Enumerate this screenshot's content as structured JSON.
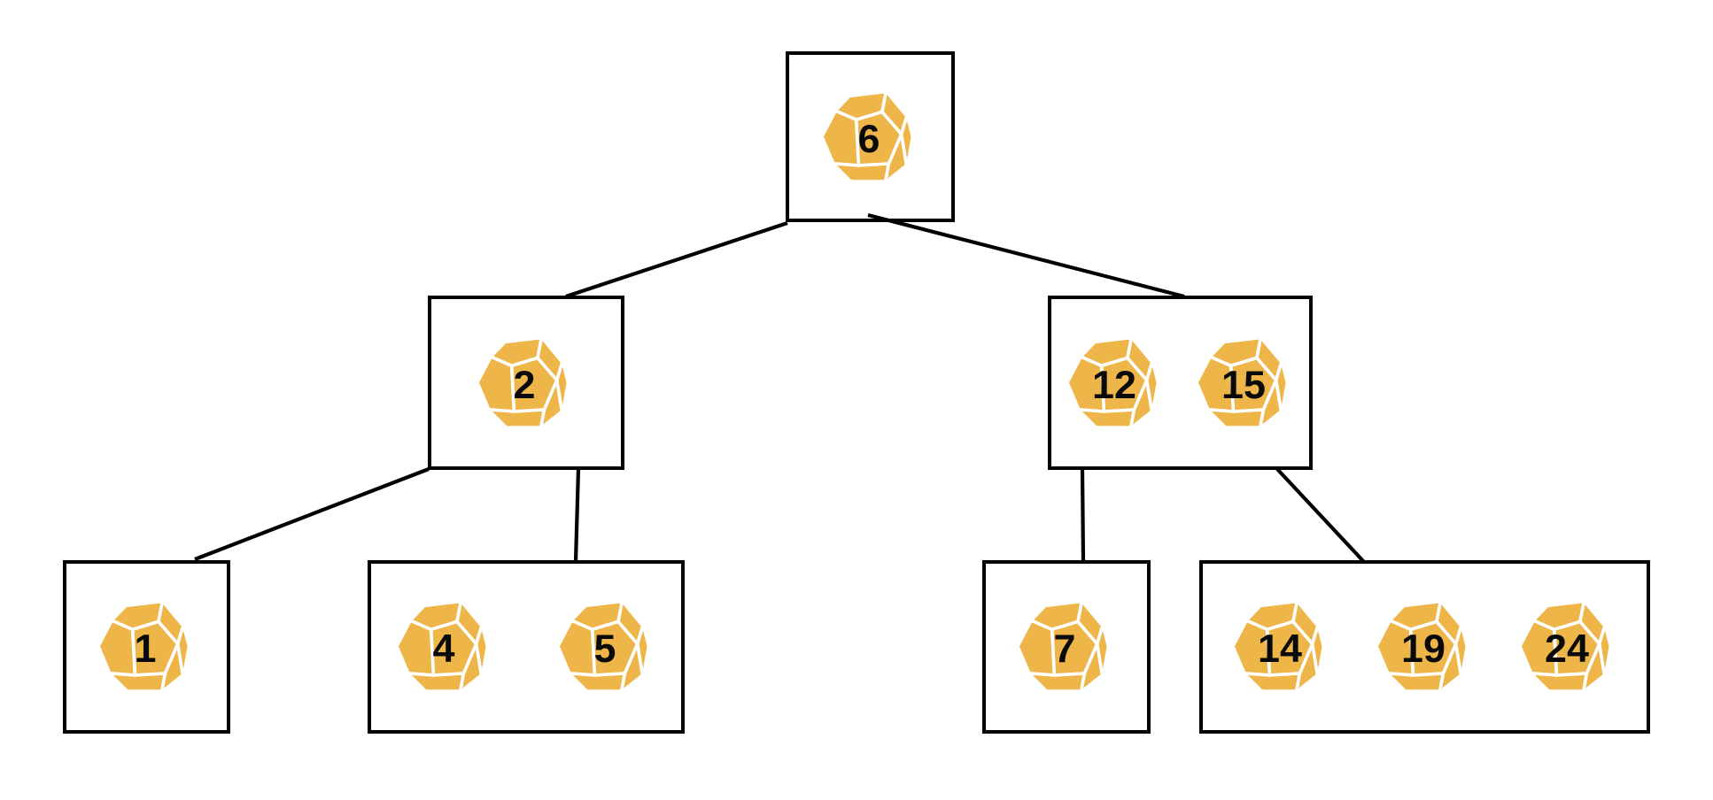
{
  "diagram": {
    "kind": "search-tree-of-dice",
    "background_color": "#ffffff",
    "node_border_color": "#000000",
    "connector_color": "#000000",
    "die": {
      "icon": "d12-dodecahedron-die",
      "fill_color": "#eeb548",
      "face_line_color": "#ffffff",
      "number_color": "#0a0a0a"
    },
    "nodes": [
      {
        "id": "root",
        "level": 0,
        "keys": [
          "6"
        ]
      },
      {
        "id": "left",
        "level": 1,
        "keys": [
          "2"
        ]
      },
      {
        "id": "right",
        "level": 1,
        "keys": [
          "12",
          "15"
        ]
      },
      {
        "id": "left-left",
        "level": 2,
        "keys": [
          "1"
        ]
      },
      {
        "id": "left-right",
        "level": 2,
        "keys": [
          "4",
          "5"
        ]
      },
      {
        "id": "right-left",
        "level": 2,
        "keys": [
          "7"
        ]
      },
      {
        "id": "right-right",
        "level": 2,
        "keys": [
          "14",
          "19",
          "24"
        ]
      }
    ],
    "edges": [
      {
        "from": "root",
        "to": "left"
      },
      {
        "from": "root",
        "to": "right"
      },
      {
        "from": "left",
        "to": "left-left"
      },
      {
        "from": "left",
        "to": "left-right"
      },
      {
        "from": "right",
        "to": "right-left"
      },
      {
        "from": "right",
        "to": "right-right"
      }
    ]
  }
}
